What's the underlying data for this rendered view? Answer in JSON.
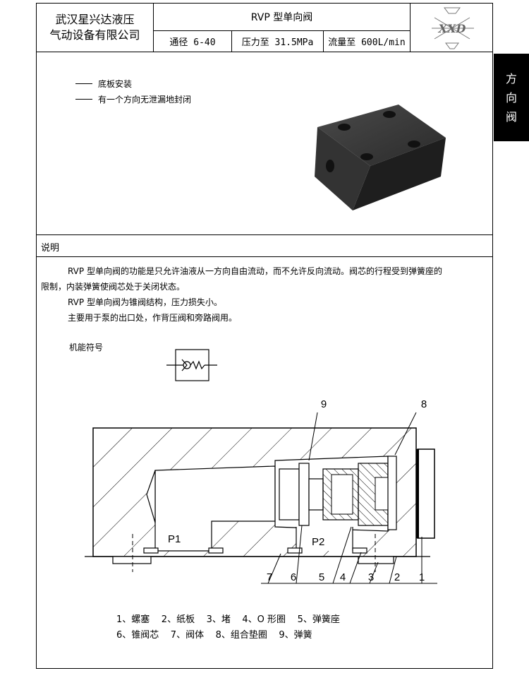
{
  "header": {
    "company_line1": "武汉星兴达液压",
    "company_line2": "气动设备有限公司",
    "title": "RVP 型单向阀",
    "spec_bore": "通径 6-40",
    "spec_pressure": "压力至 31.5MPa",
    "spec_flow": "流量至 600L/min",
    "logo_text": "XXD"
  },
  "side_tab": {
    "chars": [
      "方",
      "向",
      "阀"
    ]
  },
  "features": [
    "底板安装",
    "有一个方向无泄漏地封闭"
  ],
  "section": {
    "title": "说明"
  },
  "description": {
    "p1_line1": "RVP 型单向阀的功能是只允许油液从一方向自由流动，而不允许反向流动。阀芯的行程受到弹簧座的",
    "p1_line2": "限制，内装弹簧使阀芯处于关闭状态。",
    "p2": "RVP 型单向阀为锥阀结构，压力损失小。",
    "p3": "主要用于泵的出口处，作背压阀和旁路阀用。"
  },
  "symbol": {
    "label": "机能符号"
  },
  "drawing": {
    "callouts": [
      "9",
      "8",
      "7",
      "6",
      "5",
      "4",
      "3",
      "2",
      "1"
    ],
    "port_p1": "P1",
    "port_p2": "P2"
  },
  "legend": {
    "line1": "1、螺塞    2、纸板    3、堵    4、O 形圈    5、弹簧座",
    "line2": "6、锥阀芯    7、阀体    8、组合垫圈    9、弹簧"
  }
}
